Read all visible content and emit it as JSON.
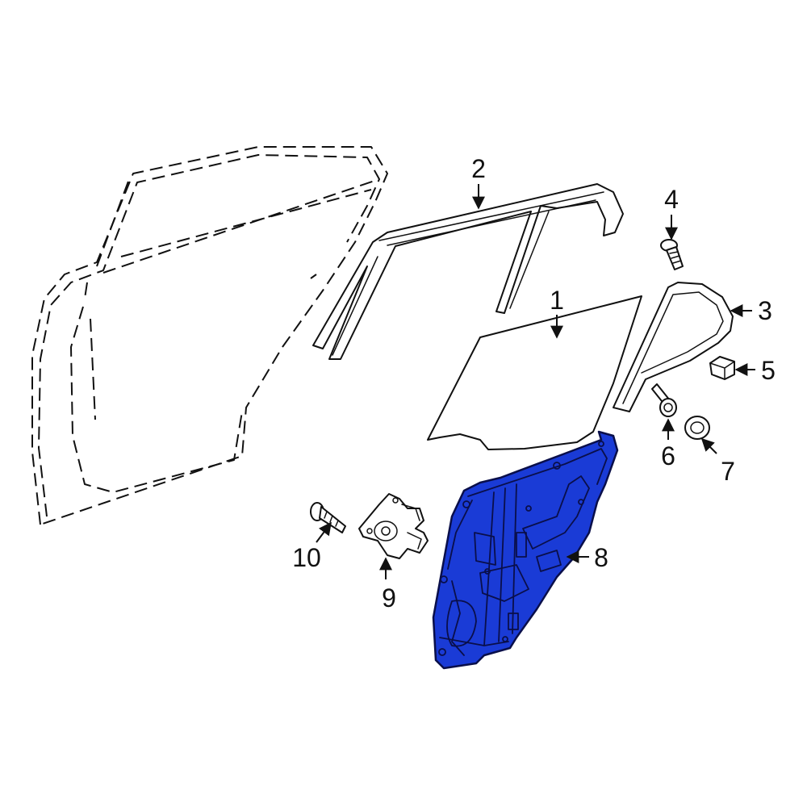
{
  "colors": {
    "highlight": "#1a3bd6",
    "ink": "#111111",
    "background": "#ffffff"
  },
  "callouts": {
    "c1": "1",
    "c2": "2",
    "c3": "3",
    "c4": "4",
    "c5": "5",
    "c6": "6",
    "c7": "7",
    "c8": "8",
    "c9": "9",
    "c10": "10"
  },
  "highlighted_part": "8"
}
